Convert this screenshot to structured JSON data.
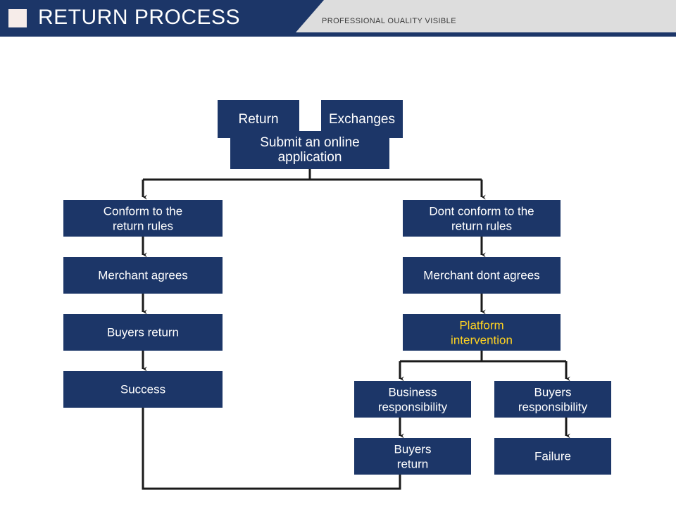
{
  "header": {
    "title": "RETURN PROCESS",
    "subtitle": "PROFESSIONAL OUALITY VISIBLE",
    "logo_icon": "square-logo-icon",
    "navy": "#1c3668",
    "gray": "#dddddd",
    "logo_color": "#f6ece9"
  },
  "diagram": {
    "title": "RETURN PROCESS",
    "type": "flowchart",
    "node_fill": "#1c3668",
    "node_text_color": "#ffffff",
    "accent_text_color": "#ffd320",
    "connector_color": "#1a1a1a",
    "nodes": [
      {
        "id": "return",
        "label": "Return",
        "line1": "Return",
        "line2": ""
      },
      {
        "id": "exchanges",
        "label": "Exchanges",
        "line1": "Exchanges",
        "line2": ""
      },
      {
        "id": "submit",
        "label": "Submit an online application",
        "line1": "Submit an online",
        "line2": "application"
      },
      {
        "id": "conform",
        "label": "Conform to the return rules",
        "line1": "Conform to the",
        "line2": "return rules"
      },
      {
        "id": "merchant-agrees",
        "label": "Merchant agrees",
        "line1": "Merchant agrees",
        "line2": ""
      },
      {
        "id": "buyers-return-l",
        "label": "Buyers return",
        "line1": "Buyers return",
        "line2": ""
      },
      {
        "id": "success",
        "label": "Success",
        "line1": "Success",
        "line2": ""
      },
      {
        "id": "dont-conform",
        "label": "Dont conform to the return rules",
        "line1": "Dont conform to the",
        "line2": "return rules"
      },
      {
        "id": "merchant-dont",
        "label": "Merchant dont agrees",
        "line1": "Merchant dont agrees",
        "line2": ""
      },
      {
        "id": "platform",
        "label": "Platform intervention",
        "line1": "Platform",
        "line2": "intervention"
      },
      {
        "id": "business-resp",
        "label": "Business responsibility",
        "line1": "Business",
        "line2": "responsibility"
      },
      {
        "id": "buyers-resp",
        "label": "Buyers responsibility",
        "line1": "Buyers",
        "line2": "responsibility"
      },
      {
        "id": "buyers-return-r",
        "label": "Buyers return",
        "line1": "Buyers",
        "line2": "return"
      },
      {
        "id": "failure",
        "label": "Failure",
        "line1": "Failure",
        "line2": ""
      }
    ],
    "edges": [
      {
        "from": "return",
        "to": "submit"
      },
      {
        "from": "exchanges",
        "to": "submit"
      },
      {
        "from": "submit",
        "to": "conform"
      },
      {
        "from": "submit",
        "to": "dont-conform"
      },
      {
        "from": "conform",
        "to": "merchant-agrees"
      },
      {
        "from": "merchant-agrees",
        "to": "buyers-return-l"
      },
      {
        "from": "buyers-return-l",
        "to": "success"
      },
      {
        "from": "dont-conform",
        "to": "merchant-dont"
      },
      {
        "from": "merchant-dont",
        "to": "platform"
      },
      {
        "from": "platform",
        "to": "business-resp"
      },
      {
        "from": "platform",
        "to": "buyers-resp"
      },
      {
        "from": "business-resp",
        "to": "buyers-return-r"
      },
      {
        "from": "buyers-resp",
        "to": "failure"
      },
      {
        "from": "buyers-return-r",
        "to": "success"
      }
    ]
  }
}
